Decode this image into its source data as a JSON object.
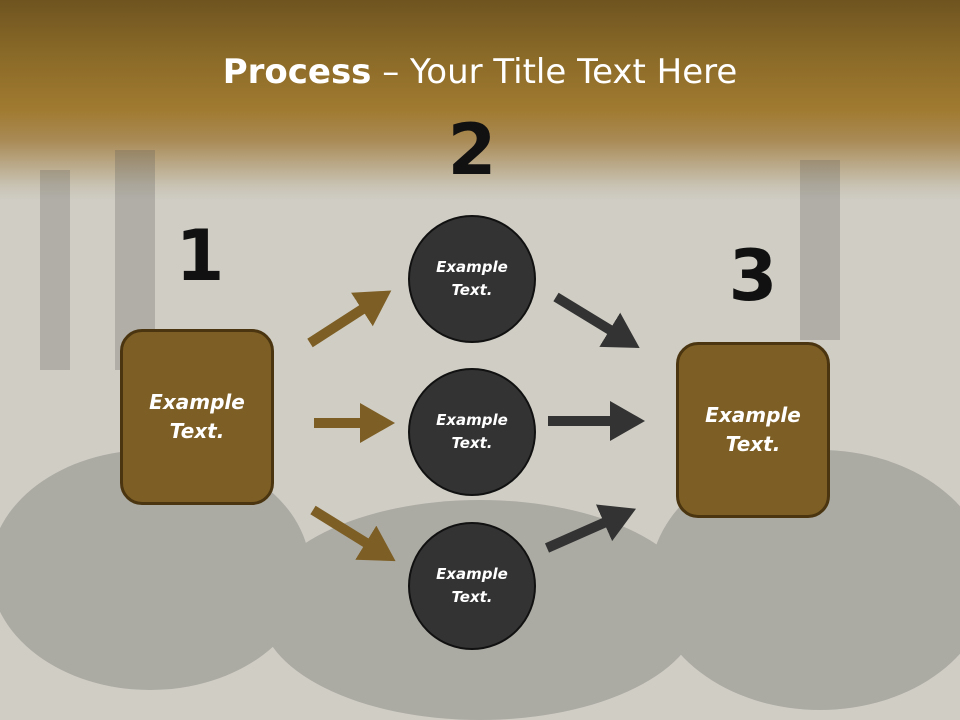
{
  "title": {
    "bold": "Process",
    "rest": " – Your Title Text Here"
  },
  "steps": [
    {
      "number": "1",
      "text_line1": "Example",
      "text_line2": "Text."
    },
    {
      "number": "2"
    },
    {
      "number": "3",
      "text_line1": "Example",
      "text_line2": "Text."
    }
  ],
  "circles": [
    {
      "text_line1": "Example",
      "text_line2": "Text."
    },
    {
      "text_line1": "Example",
      "text_line2": "Text."
    },
    {
      "text_line1": "Example",
      "text_line2": "Text."
    }
  ],
  "colors": {
    "accent_brown": "#7d5e24",
    "circle_dark": "#333333",
    "arrow_brown": "#7d5e24",
    "arrow_dark": "#333333"
  }
}
